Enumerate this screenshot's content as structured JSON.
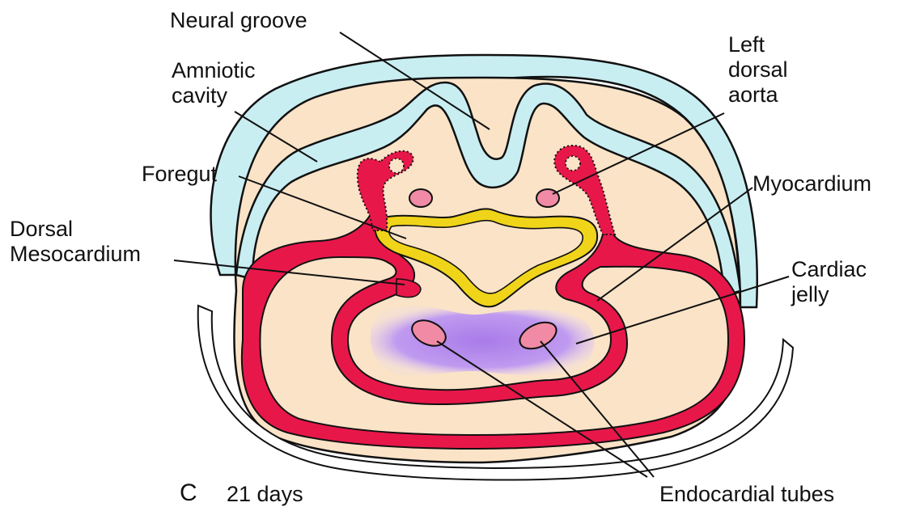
{
  "panel": {
    "letter": "C",
    "age": "21 days"
  },
  "labels": {
    "neural_groove": "Neural groove",
    "amniotic_cavity": [
      "Amniotic",
      "cavity"
    ],
    "foregut": "Foregut",
    "dorsal_mesocardium": [
      "Dorsal",
      "Mesocardium"
    ],
    "left_dorsal_aorta": [
      "Left",
      "dorsal",
      "aorta"
    ],
    "myocardium": "Myocardium",
    "cardiac_jelly": [
      "Cardiac",
      "jelly"
    ],
    "endocardial_tubes": "Endocardial tubes"
  },
  "colors": {
    "ectoderm": "#c8eef2",
    "mesoderm": "#fae3c7",
    "myocardium": "#e8174a",
    "endoderm": "#f0d419",
    "cardiac_jelly": "#b98af0",
    "endocardium": "#f08aa5",
    "outline": "#111111"
  }
}
